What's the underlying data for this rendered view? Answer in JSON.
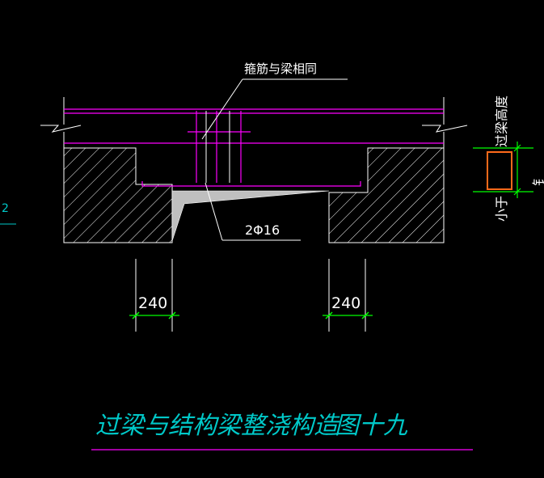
{
  "colors": {
    "background": "#000000",
    "line_white": "#ffffff",
    "rebar_magenta": "#ff00ff",
    "dimension_green": "#00ff00",
    "title_cyan": "#00c8c8",
    "selection_orange": "#ff6a1a",
    "fill_gray": "#bfbfbf"
  },
  "labels": {
    "stirrup_note": "箍筋与梁相同",
    "rebar_note": "2Φ16",
    "dim_left": "240",
    "dim_right": "240",
    "side_text_upper": "过梁高度",
    "side_text_lower": "小于",
    "side_text_edge": "钅",
    "left_edge_mark": "2"
  },
  "title": {
    "main": "过梁与结构梁整浇构造",
    "figure_no": "图十九"
  }
}
